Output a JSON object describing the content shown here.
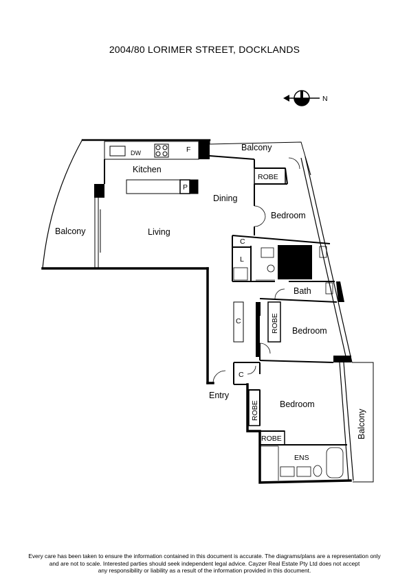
{
  "title": "2004/80 LORIMER STREET, DOCKLANDS",
  "compass": {
    "label": "N"
  },
  "rooms": {
    "balcony_top": "Balcony",
    "balcony_left": "Balcony",
    "balcony_right": "Balcony",
    "kitchen": "Kitchen",
    "dw": "DW",
    "fridge": "F",
    "pantry": "P",
    "dining": "Dining",
    "living": "Living",
    "robe_master": "ROBE",
    "bedroom_top": "Bedroom",
    "cupboard_laundry": "C",
    "laundry": "L",
    "bath": "Bath",
    "cupboard_hall": "C",
    "robe_mid": "ROBE",
    "bedroom_mid": "Bedroom",
    "cupboard_entry": "C",
    "entry": "Entry",
    "robe_bottom_side": "ROBE",
    "bedroom_bottom": "Bedroom",
    "robe_bottom": "ROBE",
    "ens": "ENS"
  },
  "disclaimer": [
    "Every care has been taken to ensure the information contained in this document is accurate. The diagrams/plans are a representation only",
    "and are not to scale. Interested parties should seek independent legal advice. Cayzer Real Estate Pty Ltd does not accept",
    "any responsibility or liability as a result of the information provided in this document."
  ]
}
